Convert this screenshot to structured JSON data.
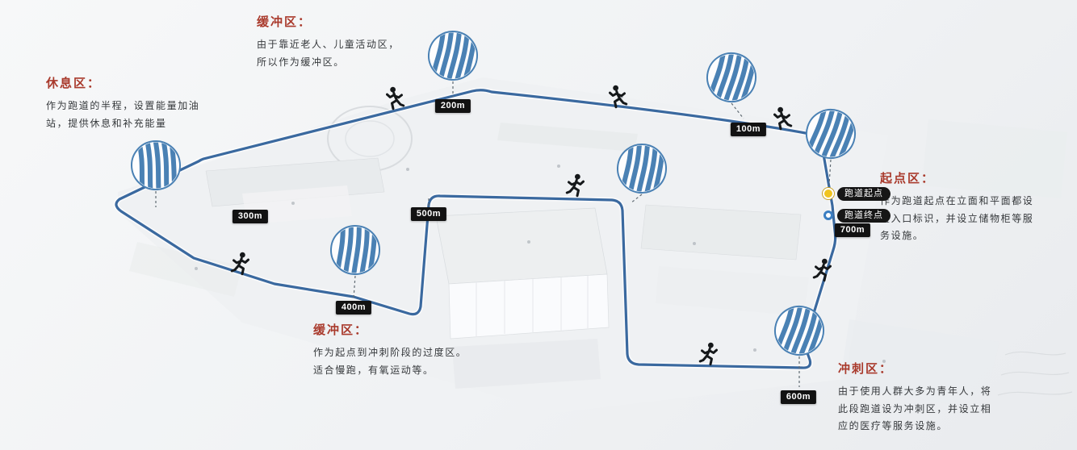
{
  "colors": {
    "track_blue": "#3a699f",
    "inset_ring_blue": "#4a81b4",
    "accent_red": "#a93a2c",
    "badge_bg": "#121212",
    "badge_text": "#ffffff",
    "start_dot_yellow": "#f0c41f",
    "end_ring_blue": "#3a7ec2"
  },
  "annotations": {
    "rest_area": {
      "title": "休息区：",
      "lines": [
        "作为跑道的半程，设置能量加油",
        "站，提供休息和补充能量"
      ]
    },
    "buffer_top": {
      "title": "缓冲区：",
      "lines": [
        "由于靠近老人、儿童活动区，",
        "所以作为缓冲区。"
      ]
    },
    "start_area": {
      "title": "起点区：",
      "lines": [
        "作为跑道起点在立面和平面都设",
        "置入口标识，并设立储物柜等服",
        "务设施。"
      ]
    },
    "buffer_bottom": {
      "title": "缓冲区：",
      "lines": [
        "作为起点到冲刺阶段的过度区。",
        "适合慢跑，有氧运动等。"
      ]
    },
    "sprint_area": {
      "title": "冲刺区：",
      "lines": [
        "由于使用人群大多为青年人，将",
        "此段跑道设为冲刺区，并设立相",
        "应的医疗等服务设施。"
      ]
    }
  },
  "distance_markers": [
    {
      "label": "100m"
    },
    {
      "label": "200m"
    },
    {
      "label": "300m"
    },
    {
      "label": "400m"
    },
    {
      "label": "500m"
    },
    {
      "label": "600m"
    },
    {
      "label": "700m"
    }
  ],
  "track_points": {
    "start_label": "跑道起点",
    "end_label": "跑道终点"
  },
  "icons": {
    "zoom_inset": "track-texture-magnifier-icon",
    "runner": "runner-silhouette-icon"
  }
}
